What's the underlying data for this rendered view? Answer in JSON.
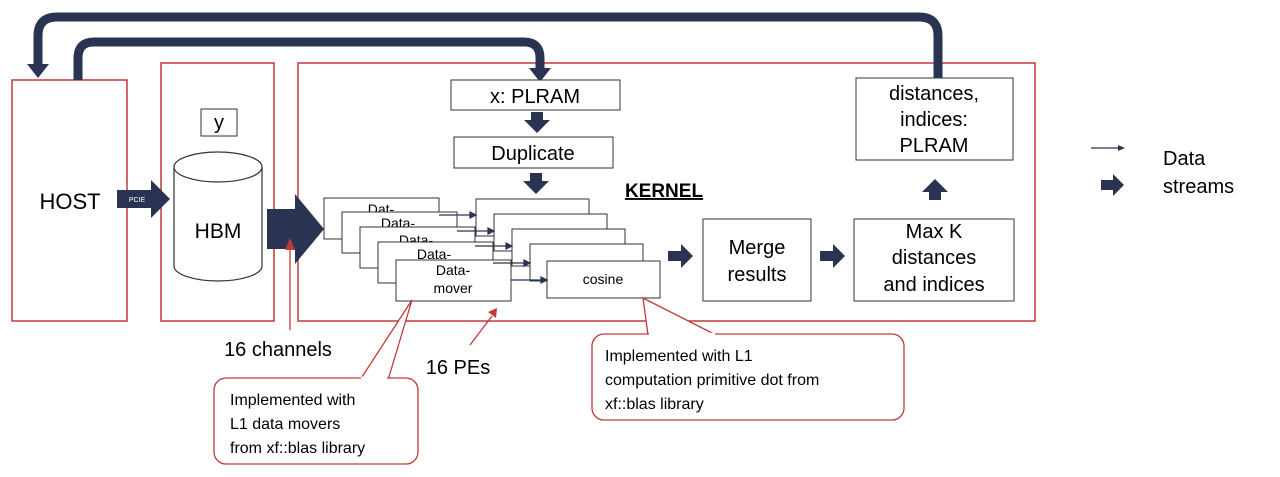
{
  "colors": {
    "border_red": "#c0393b",
    "dark_navy": "#2a3452",
    "fill_white": "#ffffff"
  },
  "host": {
    "label": "HOST"
  },
  "pcie": {
    "label": "PCIE"
  },
  "hbm": {
    "label": "HBM",
    "y_label": "y"
  },
  "kernel": {
    "label": "KERNEL",
    "x_plram": "x: PLRAM",
    "duplicate": "Duplicate",
    "merge_lines": [
      "Merge",
      "results"
    ],
    "maxk_lines": [
      "Max K",
      "distances",
      "and indices"
    ],
    "output_lines": [
      "distances,",
      "indices:",
      "PLRAM"
    ]
  },
  "pe": {
    "datamover_front_lines": [
      "Data-",
      "mover"
    ],
    "datamover_back_labels": [
      "Dat-",
      "Data-",
      "Data-",
      "Data-"
    ],
    "cosine_label": "cosine"
  },
  "annotations": {
    "channels": "16 channels",
    "pes": "16 PEs",
    "datamovers_lines": [
      "Implemented  with",
      "L1 data movers",
      "from xf::blas  library"
    ],
    "cosine_lines": [
      "Implemented with L1",
      "computation primitive dot from",
      "xf::blas library"
    ]
  },
  "legend": {
    "data_lines": [
      "Data",
      "streams"
    ]
  }
}
